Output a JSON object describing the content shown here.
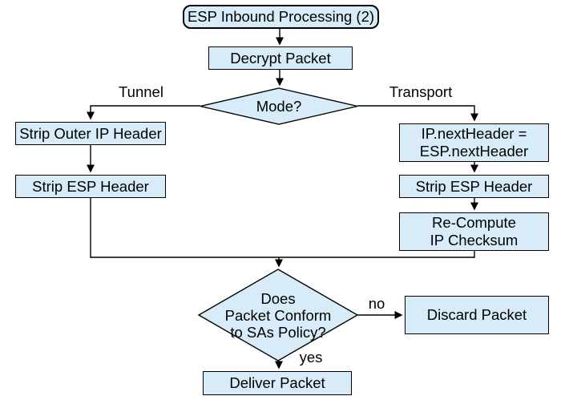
{
  "colors": {
    "node_fill": "#d7ecf8",
    "line": "#000000",
    "text": "#000000",
    "background": "#ffffff"
  },
  "nodes": {
    "start": {
      "label": "ESP Inbound Processing (2)"
    },
    "decrypt": {
      "label": "Decrypt Packet"
    },
    "mode": {
      "label": "Mode?"
    },
    "strip_outer_ip": {
      "label": "Strip Outer IP Header"
    },
    "strip_esp_tunnel": {
      "label": "Strip ESP Header"
    },
    "ip_next_header": {
      "label": "IP.nextHeader =\nESP.nextHeader"
    },
    "strip_esp_transport": {
      "label": "Strip ESP Header"
    },
    "recompute_checksum": {
      "label": "Re-Compute\nIP Checksum"
    },
    "policy_check": {
      "label": "Does\nPacket Conform\nto SAs Policy?"
    },
    "discard": {
      "label": "Discard Packet"
    },
    "deliver": {
      "label": "Deliver Packet"
    }
  },
  "edge_labels": {
    "tunnel": "Tunnel",
    "transport": "Transport",
    "no": "no",
    "yes": "yes"
  }
}
